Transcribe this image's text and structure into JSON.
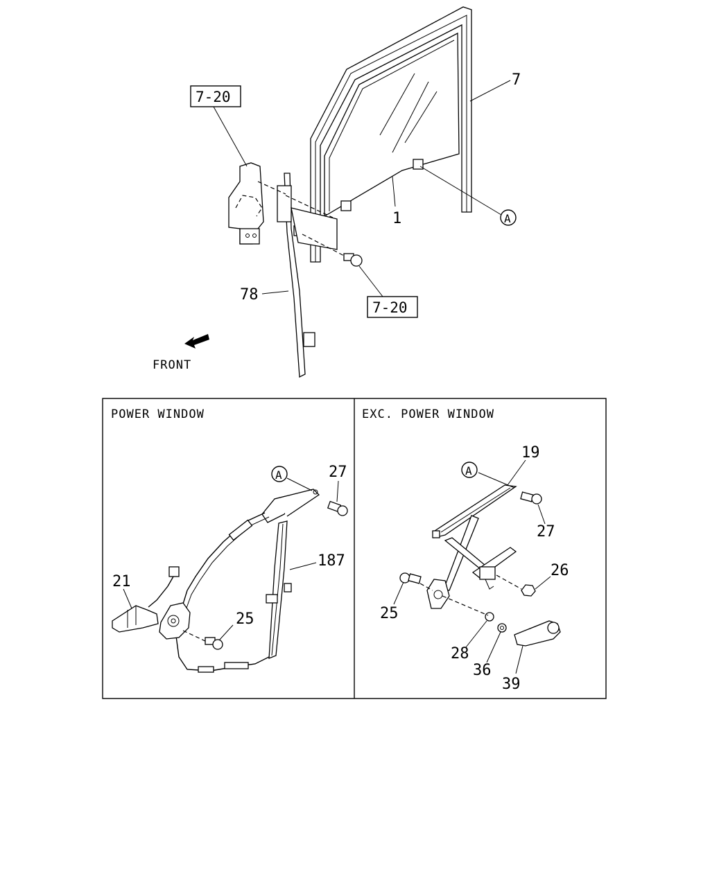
{
  "top": {
    "ref_box_upper": "7-20",
    "ref_box_lower": "7-20",
    "front_label": "FRONT",
    "callouts": {
      "frame": "7",
      "glass": "1",
      "channel": "78",
      "circle_a": "A"
    }
  },
  "panel_power": {
    "title": "POWER WINDOW",
    "callouts": {
      "circle_a": "A",
      "bolt": "27",
      "regulator": "187",
      "motor": "21",
      "bolt_lower": "25"
    }
  },
  "panel_manual": {
    "title": "EXC. POWER WINDOW",
    "callouts": {
      "circle_a": "A",
      "regulator": "19",
      "bolt": "27",
      "nut": "26",
      "bolt_lower": "25",
      "washer": "28",
      "spring": "36",
      "handle": "39"
    }
  }
}
